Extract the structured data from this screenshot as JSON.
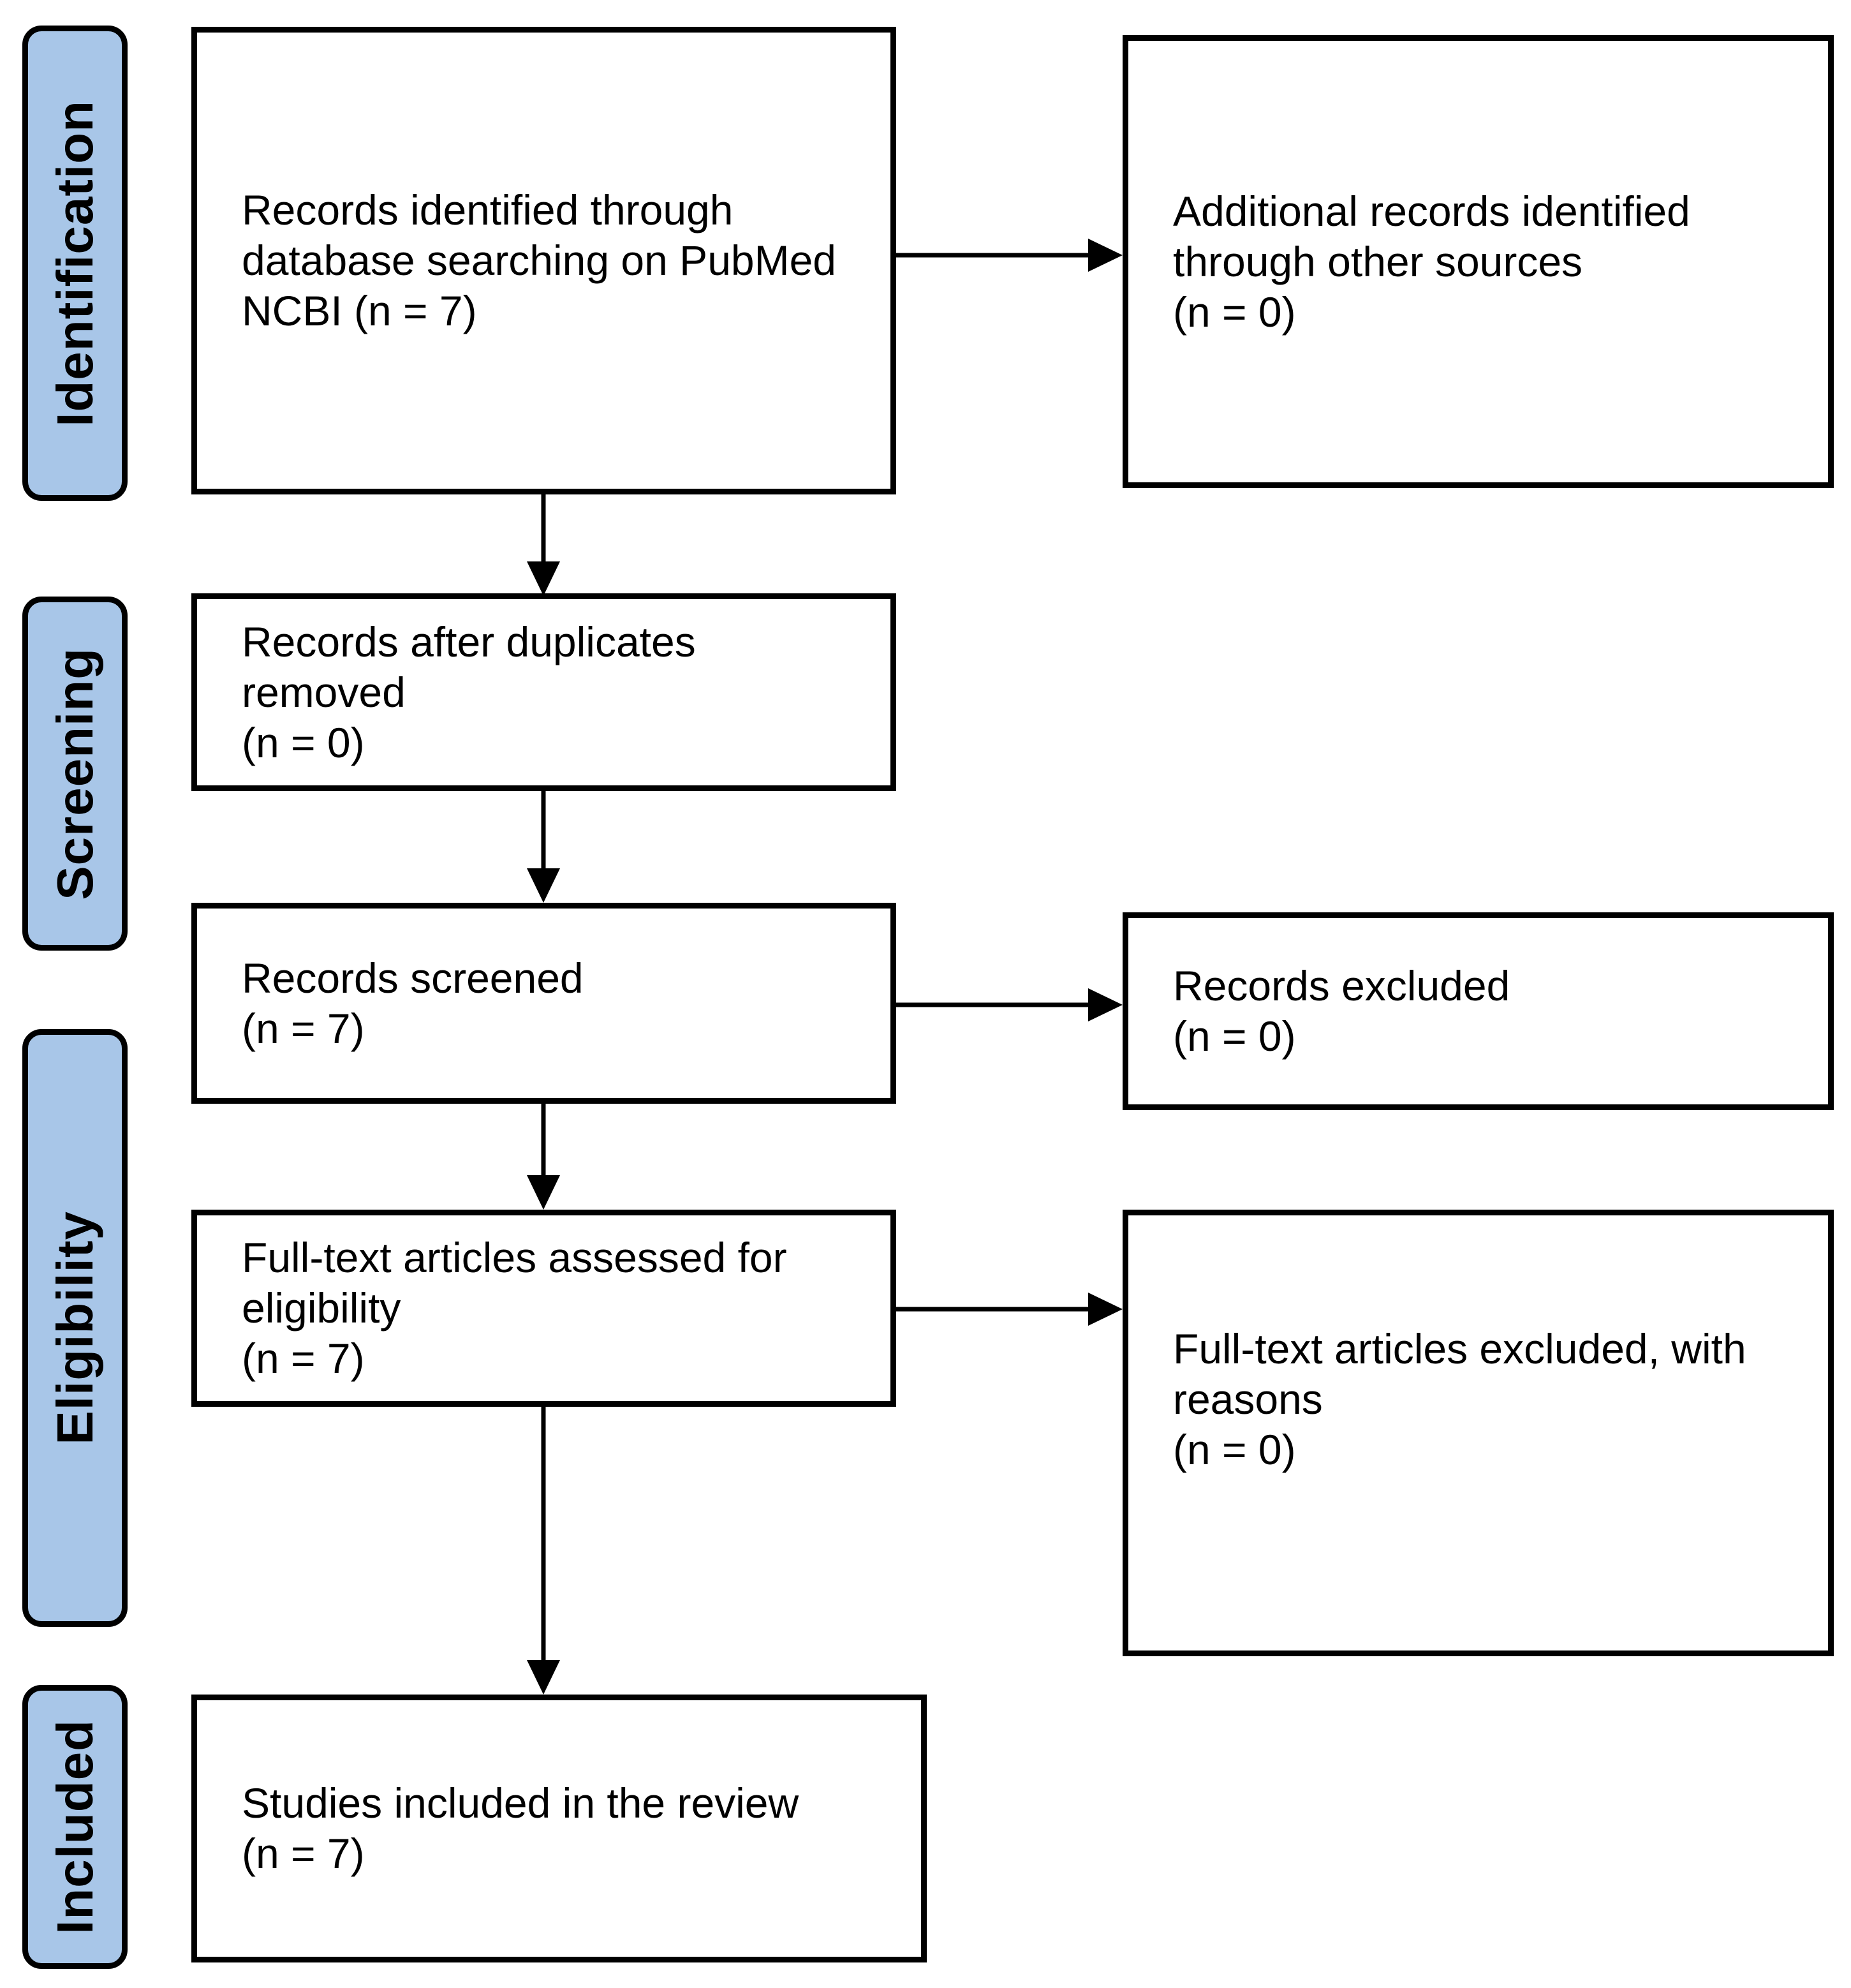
{
  "diagram": {
    "type": "PRISMA flow diagram",
    "stage_labels": [
      "Identification",
      "Screening",
      "Eligibility",
      "Included"
    ]
  },
  "sidebar": {
    "labels": [
      {
        "id": "identification",
        "text": "Identification"
      },
      {
        "id": "screening",
        "text": "Screening"
      },
      {
        "id": "eligibility",
        "text": "Eligibility"
      },
      {
        "id": "included",
        "text": "Included"
      }
    ]
  },
  "boxes": {
    "records_identified": {
      "lines": [
        "Records identified through",
        "database searching on PubMed",
        "NCBI (n = 7)"
      ]
    },
    "additional_records": {
      "lines": [
        "Additional records identified",
        "through other sources",
        "(n = 0)"
      ]
    },
    "duplicates_removed": {
      "lines": [
        "Records after duplicates",
        "removed",
        "(n = 0)"
      ]
    },
    "records_screened": {
      "lines": [
        "Records screened",
        "(n = 7)"
      ]
    },
    "records_excluded": {
      "lines": [
        "Records excluded",
        "(n = 0)"
      ]
    },
    "fulltext_assessed": {
      "lines": [
        "Full-text articles assessed for",
        "eligibility",
        "(n = 7)"
      ]
    },
    "fulltext_excluded": {
      "lines": [
        "Full-text articles excluded, with",
        "reasons",
        "(n = 0)"
      ]
    },
    "studies_included": {
      "lines": [
        "Studies included in the review",
        "(n = 7)"
      ]
    }
  },
  "colors": {
    "stage_label_fill": "#a8c6e8",
    "stage_label_border": "#000000",
    "box_fill": "#ffffff",
    "box_border": "#000000",
    "arrow": "#000000",
    "text": "#000000",
    "background": "#ffffff"
  }
}
